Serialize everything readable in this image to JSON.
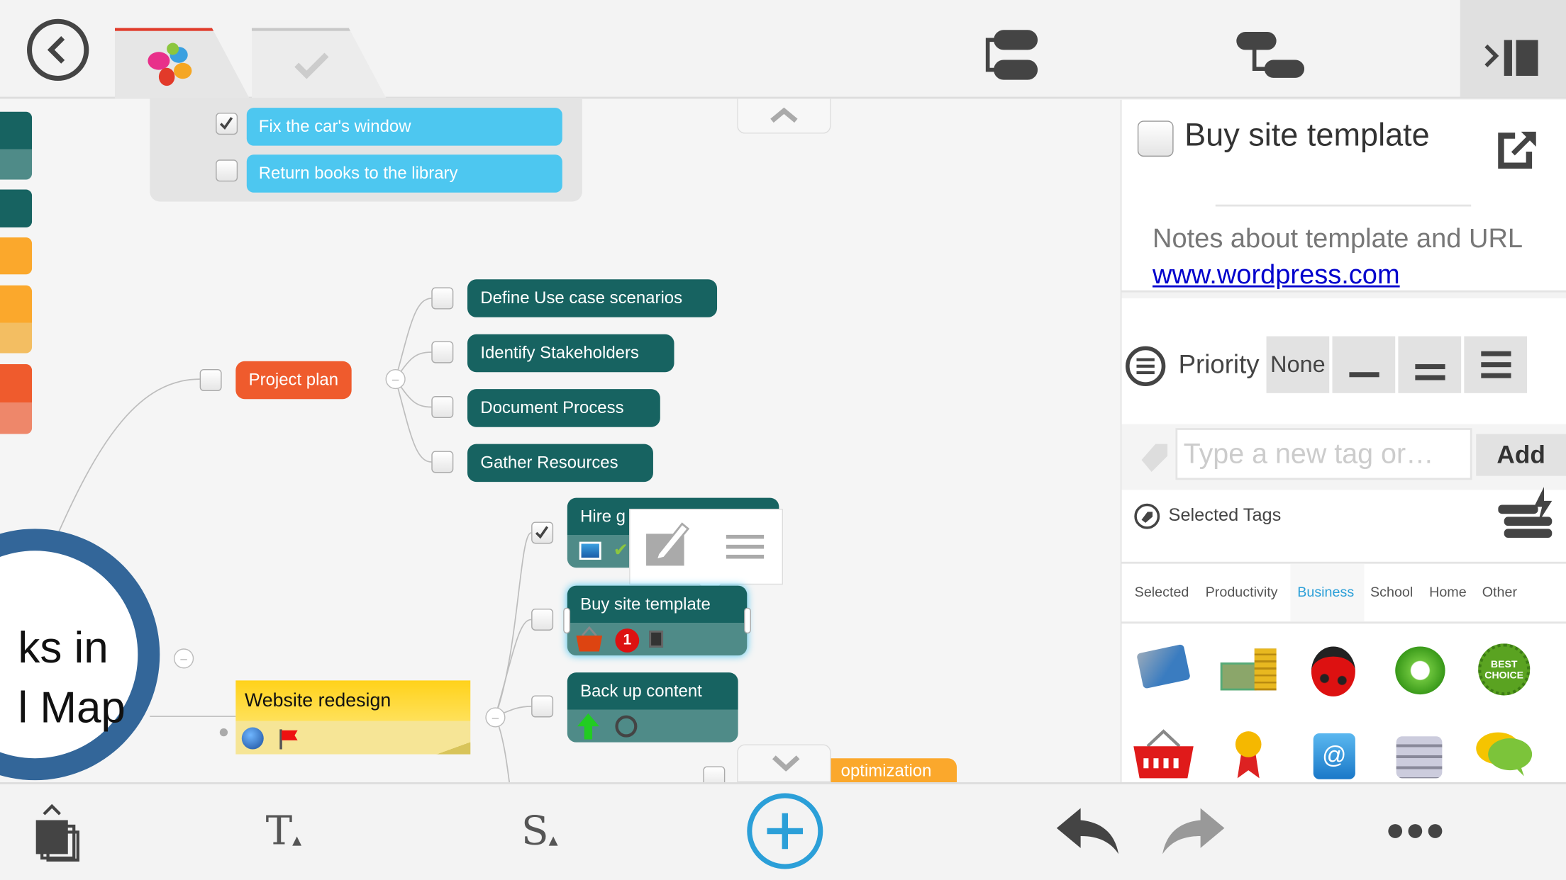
{
  "checklist": [
    {
      "label": "Fix the car's window",
      "checked": true
    },
    {
      "label": "Return books to the library",
      "checked": false
    }
  ],
  "map": {
    "central_lines": [
      "ks in",
      "l Map"
    ],
    "project_plan": "Project plan",
    "project_children": [
      "Define Use case scenarios",
      "Identify Stakeholders",
      "Document Process",
      "Gather Resources"
    ],
    "website_redesign": "Website redesign",
    "website_children": [
      {
        "label": "Hire g",
        "checked": true
      },
      {
        "label": "Buy site template",
        "checked": false
      },
      {
        "label": "Back up content",
        "checked": false
      }
    ],
    "partial_node": "optimization"
  },
  "panel": {
    "title": "Buy site template",
    "notes": "Notes about template and URL",
    "link": "www.wordpress.com",
    "priority_label": "Priority",
    "priority_options": [
      "None",
      "low",
      "medium",
      "high"
    ],
    "tag_placeholder": "Type a new tag or…",
    "add_label": "Add",
    "selected_tags_label": "Selected Tags",
    "tag_tabs": [
      "Selected",
      "Productivity",
      "Business",
      "School",
      "Home",
      "Other"
    ],
    "active_tag_tab": "Business"
  },
  "colors": {
    "teal": "#176361",
    "orange": "#ef5b2d",
    "accent": "#2b9fd8",
    "yellow": "#ffd21a",
    "blue_pill": "#4dc7f0"
  }
}
